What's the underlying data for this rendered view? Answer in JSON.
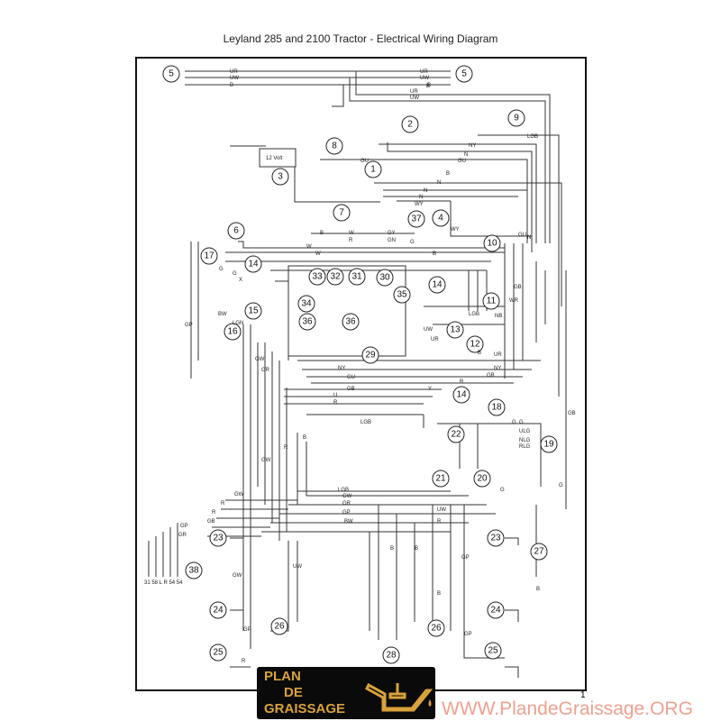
{
  "title": "Leyland 285 and 2100 Tractor - Electrical Wiring Diagram",
  "page_number": "1",
  "battery_label": "12 Volt",
  "components": [
    "5",
    "5",
    "2",
    "9",
    "8",
    "3",
    "1",
    "4",
    "7",
    "37",
    "6",
    "10",
    "17",
    "14",
    "33",
    "32",
    "31",
    "30",
    "34",
    "35",
    "14",
    "11",
    "36",
    "36",
    "15",
    "16",
    "13",
    "12",
    "29",
    "14",
    "18",
    "22",
    "19",
    "21",
    "20",
    "23",
    "23",
    "38",
    "27",
    "24",
    "24",
    "26",
    "26",
    "25",
    "25",
    "28"
  ],
  "wire_labels": [
    "UR",
    "UW",
    "B",
    "UR",
    "UW",
    "B",
    "UR",
    "UW",
    "B",
    "LGB",
    "NY",
    "N",
    "GU",
    "GU",
    "B",
    "N",
    "N",
    "N",
    "WY",
    "WY",
    "B",
    "W",
    "GY",
    "R",
    "GN",
    "G",
    "W",
    "W",
    "G",
    "B",
    "G",
    "X",
    "GP",
    "BW",
    "LGN",
    "NY",
    "UW",
    "UR",
    "LGB",
    "B",
    "GB",
    "NB",
    "WR",
    "GU",
    "N",
    "UR",
    "NY",
    "GB",
    "R",
    "G",
    "GW",
    "GR",
    "GU",
    "GB",
    "U",
    "R",
    "Y",
    "LGB",
    "G",
    "ULG",
    "NLG",
    "RLG",
    "G",
    "G",
    "LGB",
    "GW",
    "GR",
    "GP",
    "BW",
    "GW",
    "R",
    "R",
    "GB",
    "UW",
    "GW",
    "R",
    "B",
    "GP",
    "GR",
    "UW",
    "R",
    "GP",
    "GP",
    "B",
    "B",
    "B",
    "B",
    "GP",
    "R",
    "GW",
    "GB"
  ],
  "connector_38_pins": "31 58 L R 54 54",
  "logo": {
    "line1": "PLAN",
    "line2": "DE",
    "line3": "GRAISSAGE"
  },
  "watermark": "WWW.PlandeGraissage.ORG",
  "colors": {
    "logo_bg": "#0a0a0a",
    "logo_text": "#d9a23a",
    "watermark": "#f0a090"
  }
}
